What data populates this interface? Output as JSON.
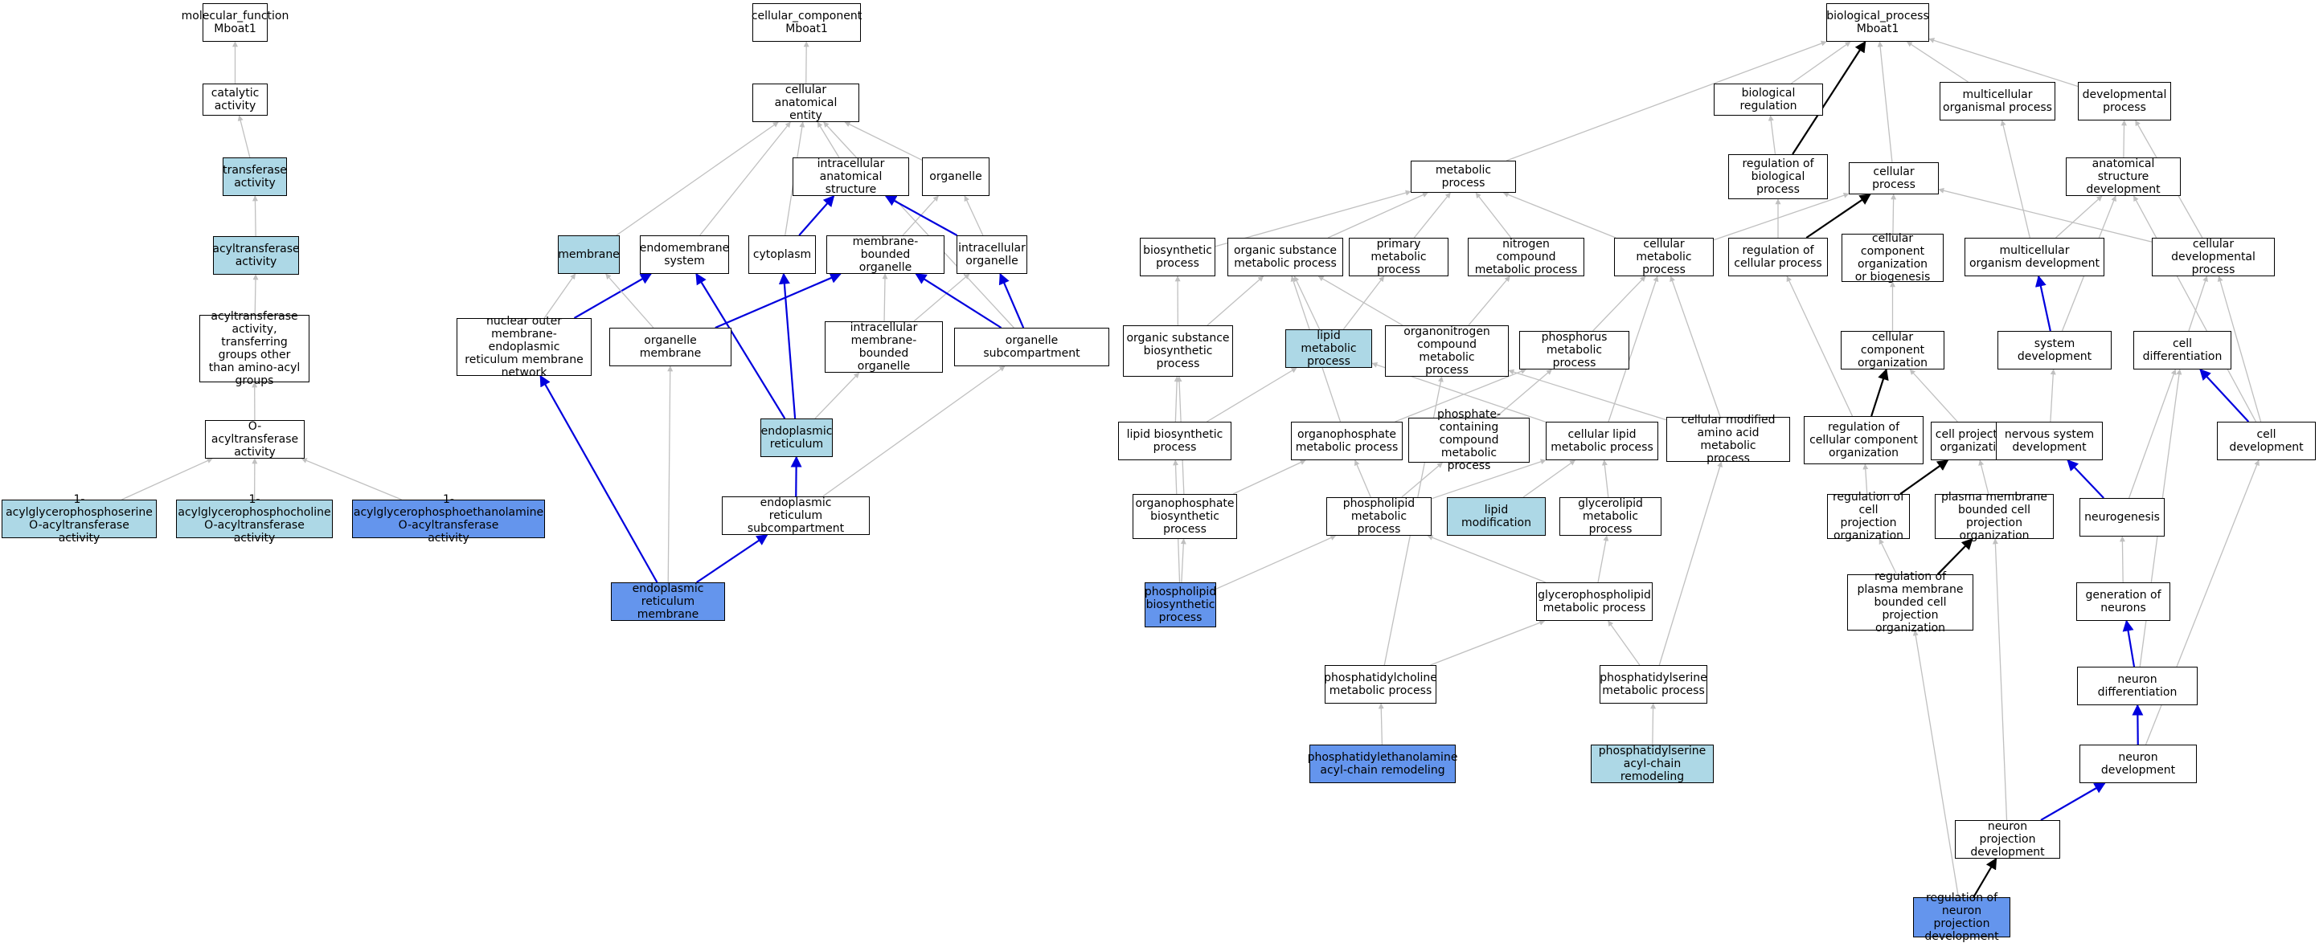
{
  "colors": {
    "plain": "#ffffff",
    "light": "#add8e6",
    "dark": "#6495ed",
    "edge_gray": "#c0c0c0",
    "edge_blue": "#0000dd",
    "edge_black": "#000000"
  },
  "nodes": [
    {
      "id": "mf_root",
      "label": "molecular_function\nMboat1",
      "style": "plain"
    },
    {
      "id": "catalytic",
      "label": "catalytic activity",
      "style": "plain"
    },
    {
      "id": "transferase",
      "label": "transferase\nactivity",
      "style": "light"
    },
    {
      "id": "acyltransferase",
      "label": "acyltransferase\nactivity",
      "style": "light"
    },
    {
      "id": "acyl_other",
      "label": "acyltransferase\nactivity, transferring\ngroups other\nthan amino-acyl\ngroups",
      "style": "plain"
    },
    {
      "id": "o_acyl",
      "label": "O-acyltransferase\nactivity",
      "style": "plain"
    },
    {
      "id": "lpserine",
      "label": "1-acylglycerophosphoserine\nO-acyltransferase\nactivity",
      "style": "light"
    },
    {
      "id": "lpcholine",
      "label": "1-acylglycerophosphocholine\nO-acyltransferase\nactivity",
      "style": "light"
    },
    {
      "id": "lpethanol",
      "label": "1-acylglycerophosphoethanolamine\nO-acyltransferase\nactivity",
      "style": "dark"
    },
    {
      "id": "cc_root",
      "label": "cellular_component\nMboat1",
      "style": "plain"
    },
    {
      "id": "cae",
      "label": "cellular anatomical\nentity",
      "style": "plain"
    },
    {
      "id": "ias",
      "label": "intracellular\nanatomical structure",
      "style": "plain"
    },
    {
      "id": "organelle",
      "label": "organelle",
      "style": "plain"
    },
    {
      "id": "membrane",
      "label": "membrane",
      "style": "light"
    },
    {
      "id": "endomembrane",
      "label": "endomembrane\nsystem",
      "style": "plain"
    },
    {
      "id": "cytoplasm",
      "label": "cytoplasm",
      "style": "plain"
    },
    {
      "id": "mbo",
      "label": "membrane-bounded\norganelle",
      "style": "plain"
    },
    {
      "id": "intra_org",
      "label": "intracellular\norganelle",
      "style": "plain"
    },
    {
      "id": "nuclear_outer",
      "label": "nuclear outer\nmembrane-endoplasmic\nreticulum membrane\nnetwork",
      "style": "plain"
    },
    {
      "id": "org_membrane",
      "label": "organelle membrane",
      "style": "plain"
    },
    {
      "id": "imbo",
      "label": "intracellular\nmembrane-bounded\norganelle",
      "style": "plain"
    },
    {
      "id": "org_subcomp",
      "label": "organelle subcompartment",
      "style": "plain"
    },
    {
      "id": "er",
      "label": "endoplasmic\nreticulum",
      "style": "light"
    },
    {
      "id": "er_subcomp",
      "label": "endoplasmic\nreticulum subcompartment",
      "style": "plain"
    },
    {
      "id": "er_membrane",
      "label": "endoplasmic\nreticulum membrane",
      "style": "dark"
    },
    {
      "id": "bp_root",
      "label": "biological_process\nMboat1",
      "style": "plain"
    },
    {
      "id": "bio_reg",
      "label": "biological regulation",
      "style": "plain"
    },
    {
      "id": "multi_org",
      "label": "multicellular\norganismal process",
      "style": "plain"
    },
    {
      "id": "dev_proc",
      "label": "developmental\nprocess",
      "style": "plain"
    },
    {
      "id": "metabolic",
      "label": "metabolic process",
      "style": "plain"
    },
    {
      "id": "reg_bio",
      "label": "regulation of\nbiological process",
      "style": "plain"
    },
    {
      "id": "cell_proc",
      "label": "cellular process",
      "style": "plain"
    },
    {
      "id": "anat_dev",
      "label": "anatomical structure\ndevelopment",
      "style": "plain"
    },
    {
      "id": "biosynth",
      "label": "biosynthetic\nprocess",
      "style": "plain"
    },
    {
      "id": "org_sub_met",
      "label": "organic substance\nmetabolic process",
      "style": "plain"
    },
    {
      "id": "prim_met",
      "label": "primary metabolic\nprocess",
      "style": "plain"
    },
    {
      "id": "nitro_met",
      "label": "nitrogen compound\nmetabolic process",
      "style": "plain"
    },
    {
      "id": "cell_met",
      "label": "cellular metabolic\nprocess",
      "style": "plain"
    },
    {
      "id": "reg_cell",
      "label": "regulation of\ncellular process",
      "style": "plain"
    },
    {
      "id": "ccob",
      "label": "cellular component\norganization\nor biogenesis",
      "style": "plain"
    },
    {
      "id": "multi_dev",
      "label": "multicellular\norganism development",
      "style": "plain"
    },
    {
      "id": "cell_dev_proc",
      "label": "cellular developmental\nprocess",
      "style": "plain"
    },
    {
      "id": "org_sub_bio",
      "label": "organic substance\nbiosynthetic\nprocess",
      "style": "plain"
    },
    {
      "id": "lipid_met",
      "label": "lipid metabolic\nprocess",
      "style": "light"
    },
    {
      "id": "organonitro",
      "label": "organonitrogen\ncompound metabolic\nprocess",
      "style": "plain"
    },
    {
      "id": "phosphorus",
      "label": "phosphorus metabolic\nprocess",
      "style": "plain"
    },
    {
      "id": "cc_org",
      "label": "cellular component\norganization",
      "style": "plain"
    },
    {
      "id": "system_dev",
      "label": "system development",
      "style": "plain"
    },
    {
      "id": "cell_diff",
      "label": "cell differentiation",
      "style": "plain"
    },
    {
      "id": "lipid_bio",
      "label": "lipid biosynthetic\nprocess",
      "style": "plain"
    },
    {
      "id": "organophos",
      "label": "organophosphate\nmetabolic process",
      "style": "plain"
    },
    {
      "id": "phosphate_cont",
      "label": "phosphate-containing\ncompound metabolic\nprocess",
      "style": "plain"
    },
    {
      "id": "cell_lipid",
      "label": "cellular lipid\nmetabolic process",
      "style": "plain"
    },
    {
      "id": "cell_mod_aa",
      "label": "cellular modified\namino acid metabolic\nprocess",
      "style": "plain"
    },
    {
      "id": "reg_cc_org",
      "label": "regulation of\ncellular component\norganization",
      "style": "plain"
    },
    {
      "id": "cell_proj_org",
      "label": "cell projection\norganization",
      "style": "plain"
    },
    {
      "id": "nervous_dev",
      "label": "nervous system\ndevelopment",
      "style": "plain"
    },
    {
      "id": "cell_dev",
      "label": "cell development",
      "style": "plain"
    },
    {
      "id": "organophos_bio",
      "label": "organophosphate\nbiosynthetic\nprocess",
      "style": "plain"
    },
    {
      "id": "phospholipid_met",
      "label": "phospholipid\nmetabolic process",
      "style": "plain"
    },
    {
      "id": "lipid_mod",
      "label": "lipid modification",
      "style": "light"
    },
    {
      "id": "glycerolipid",
      "label": "glycerolipid\nmetabolic process",
      "style": "plain"
    },
    {
      "id": "reg_cp_org",
      "label": "regulation of\ncell projection\norganization",
      "style": "plain"
    },
    {
      "id": "pm_bcp_org",
      "label": "plasma membrane\nbounded cell\nprojection organization",
      "style": "plain"
    },
    {
      "id": "neurogenesis",
      "label": "neurogenesis",
      "style": "plain"
    },
    {
      "id": "phospholipid_bio",
      "label": "phospholipid\nbiosynthetic\nprocess",
      "style": "dark"
    },
    {
      "id": "glycerophos",
      "label": "glycerophospholipid\nmetabolic process",
      "style": "plain"
    },
    {
      "id": "reg_pm_bcp",
      "label": "regulation of\nplasma membrane\nbounded cell\nprojection organization",
      "style": "plain"
    },
    {
      "id": "gen_neurons",
      "label": "generation of\nneurons",
      "style": "plain"
    },
    {
      "id": "pc_met",
      "label": "phosphatidylcholine\nmetabolic process",
      "style": "plain"
    },
    {
      "id": "ps_met",
      "label": "phosphatidylserine\nmetabolic process",
      "style": "plain"
    },
    {
      "id": "neuron_diff",
      "label": "neuron differentiation",
      "style": "plain"
    },
    {
      "id": "pe_remodel",
      "label": "phosphatidylethanolamine\nacyl-chain remodeling",
      "style": "dark"
    },
    {
      "id": "ps_remodel",
      "label": "phosphatidylserine\nacyl-chain remodeling",
      "style": "light"
    },
    {
      "id": "neuron_dev",
      "label": "neuron development",
      "style": "plain"
    },
    {
      "id": "neuron_proj_dev",
      "label": "neuron projection\ndevelopment",
      "style": "plain"
    },
    {
      "id": "reg_npd",
      "label": "regulation of\nneuron projection\ndevelopment",
      "style": "dark"
    }
  ],
  "edges": [
    {
      "from": "catalytic",
      "to": "mf_root",
      "type": "gray"
    },
    {
      "from": "transferase",
      "to": "catalytic",
      "type": "gray"
    },
    {
      "from": "acyltransferase",
      "to": "transferase",
      "type": "gray"
    },
    {
      "from": "acyl_other",
      "to": "acyltransferase",
      "type": "gray"
    },
    {
      "from": "o_acyl",
      "to": "acyl_other",
      "type": "gray"
    },
    {
      "from": "lpserine",
      "to": "o_acyl",
      "type": "gray"
    },
    {
      "from": "lpcholine",
      "to": "o_acyl",
      "type": "gray"
    },
    {
      "from": "lpethanol",
      "to": "o_acyl",
      "type": "gray"
    },
    {
      "from": "cae",
      "to": "cc_root",
      "type": "gray"
    },
    {
      "from": "ias",
      "to": "cae",
      "type": "gray"
    },
    {
      "from": "organelle",
      "to": "cae",
      "type": "gray"
    },
    {
      "from": "membrane",
      "to": "cae",
      "type": "gray"
    },
    {
      "from": "endomembrane",
      "to": "cae",
      "type": "gray"
    },
    {
      "from": "cytoplasm",
      "to": "cae",
      "type": "gray"
    },
    {
      "from": "org_subcomp",
      "to": "cae",
      "type": "gray"
    },
    {
      "from": "cytoplasm",
      "to": "ias",
      "type": "blue"
    },
    {
      "from": "mbo",
      "to": "organelle",
      "type": "gray"
    },
    {
      "from": "intra_org",
      "to": "organelle",
      "type": "gray"
    },
    {
      "from": "intra_org",
      "to": "ias",
      "type": "blue"
    },
    {
      "from": "nuclear_outer",
      "to": "endomembrane",
      "type": "blue"
    },
    {
      "from": "nuclear_outer",
      "to": "membrane",
      "type": "gray"
    },
    {
      "from": "org_membrane",
      "to": "membrane",
      "type": "gray"
    },
    {
      "from": "org_membrane",
      "to": "mbo",
      "type": "blue"
    },
    {
      "from": "imbo",
      "to": "mbo",
      "type": "gray"
    },
    {
      "from": "imbo",
      "to": "intra_org",
      "type": "gray"
    },
    {
      "from": "org_subcomp",
      "to": "intra_org",
      "type": "blue"
    },
    {
      "from": "org_subcomp",
      "to": "mbo",
      "type": "blue"
    },
    {
      "from": "er",
      "to": "imbo",
      "type": "gray"
    },
    {
      "from": "er",
      "to": "cytoplasm",
      "type": "blue"
    },
    {
      "from": "er",
      "to": "endomembrane",
      "type": "blue"
    },
    {
      "from": "er_subcomp",
      "to": "er",
      "type": "blue"
    },
    {
      "from": "er_subcomp",
      "to": "org_subcomp",
      "type": "gray"
    },
    {
      "from": "er_membrane",
      "to": "er_subcomp",
      "type": "blue"
    },
    {
      "from": "er_membrane",
      "to": "org_membrane",
      "type": "gray"
    },
    {
      "from": "er_membrane",
      "to": "nuclear_outer",
      "type": "blue"
    },
    {
      "from": "bio_reg",
      "to": "bp_root",
      "type": "gray"
    },
    {
      "from": "multi_org",
      "to": "bp_root",
      "type": "gray"
    },
    {
      "from": "dev_proc",
      "to": "bp_root",
      "type": "gray"
    },
    {
      "from": "metabolic",
      "to": "bp_root",
      "type": "gray"
    },
    {
      "from": "cell_proc",
      "to": "bp_root",
      "type": "gray"
    },
    {
      "from": "reg_bio",
      "to": "bp_root",
      "type": "black"
    },
    {
      "from": "reg_bio",
      "to": "bio_reg",
      "type": "gray"
    },
    {
      "from": "anat_dev",
      "to": "dev_proc",
      "type": "gray"
    },
    {
      "from": "biosynth",
      "to": "metabolic",
      "type": "gray"
    },
    {
      "from": "org_sub_met",
      "to": "metabolic",
      "type": "gray"
    },
    {
      "from": "prim_met",
      "to": "metabolic",
      "type": "gray"
    },
    {
      "from": "nitro_met",
      "to": "metabolic",
      "type": "gray"
    },
    {
      "from": "cell_met",
      "to": "metabolic",
      "type": "gray"
    },
    {
      "from": "cell_met",
      "to": "cell_proc",
      "type": "gray"
    },
    {
      "from": "reg_cell",
      "to": "cell_proc",
      "type": "black"
    },
    {
      "from": "reg_cell",
      "to": "reg_bio",
      "type": "gray"
    },
    {
      "from": "ccob",
      "to": "cell_proc",
      "type": "gray"
    },
    {
      "from": "multi_dev",
      "to": "multi_org",
      "type": "gray"
    },
    {
      "from": "multi_dev",
      "to": "anat_dev",
      "type": "gray"
    },
    {
      "from": "cell_dev_proc",
      "to": "cell_proc",
      "type": "gray"
    },
    {
      "from": "cell_dev_proc",
      "to": "dev_proc",
      "type": "gray"
    },
    {
      "from": "org_sub_bio",
      "to": "biosynth",
      "type": "gray"
    },
    {
      "from": "org_sub_bio",
      "to": "org_sub_met",
      "type": "gray"
    },
    {
      "from": "lipid_met",
      "to": "prim_met",
      "type": "gray"
    },
    {
      "from": "lipid_met",
      "to": "org_sub_met",
      "type": "gray"
    },
    {
      "from": "organonitro",
      "to": "nitro_met",
      "type": "gray"
    },
    {
      "from": "organonitro",
      "to": "org_sub_met",
      "type": "gray"
    },
    {
      "from": "phosphorus",
      "to": "cell_met",
      "type": "gray"
    },
    {
      "from": "cc_org",
      "to": "ccob",
      "type": "gray"
    },
    {
      "from": "system_dev",
      "to": "multi_dev",
      "type": "blue"
    },
    {
      "from": "system_dev",
      "to": "anat_dev",
      "type": "gray"
    },
    {
      "from": "cell_diff",
      "to": "cell_dev_proc",
      "type": "gray"
    },
    {
      "from": "lipid_bio",
      "to": "org_sub_bio",
      "type": "gray"
    },
    {
      "from": "lipid_bio",
      "to": "lipid_met",
      "type": "gray"
    },
    {
      "from": "organophos",
      "to": "phosphorus",
      "type": "gray"
    },
    {
      "from": "organophos",
      "to": "org_sub_met",
      "type": "gray"
    },
    {
      "from": "phosphate_cont",
      "to": "phosphorus",
      "type": "gray"
    },
    {
      "from": "cell_lipid",
      "to": "cell_met",
      "type": "gray"
    },
    {
      "from": "cell_lipid",
      "to": "lipid_met",
      "type": "gray"
    },
    {
      "from": "cell_mod_aa",
      "to": "cell_met",
      "type": "gray"
    },
    {
      "from": "cell_mod_aa",
      "to": "organonitro",
      "type": "gray"
    },
    {
      "from": "reg_cc_org",
      "to": "cc_org",
      "type": "black"
    },
    {
      "from": "reg_cc_org",
      "to": "reg_cell",
      "type": "gray"
    },
    {
      "from": "cell_proj_org",
      "to": "cc_org",
      "type": "gray"
    },
    {
      "from": "nervous_dev",
      "to": "system_dev",
      "type": "gray"
    },
    {
      "from": "cell_dev",
      "to": "cell_diff",
      "type": "blue"
    },
    {
      "from": "cell_dev",
      "to": "anat_dev",
      "type": "gray"
    },
    {
      "from": "cell_dev",
      "to": "cell_dev_proc",
      "type": "gray"
    },
    {
      "from": "organophos_bio",
      "to": "organophos",
      "type": "gray"
    },
    {
      "from": "organophos_bio",
      "to": "org_sub_bio",
      "type": "gray"
    },
    {
      "from": "phospholipid_met",
      "to": "organophos",
      "type": "gray"
    },
    {
      "from": "phospholipid_met",
      "to": "cell_lipid",
      "type": "gray"
    },
    {
      "from": "phospholipid_met",
      "to": "phosphate_cont",
      "type": "gray"
    },
    {
      "from": "lipid_mod",
      "to": "cell_lipid",
      "type": "gray"
    },
    {
      "from": "glycerolipid",
      "to": "cell_lipid",
      "type": "gray"
    },
    {
      "from": "reg_cp_org",
      "to": "cell_proj_org",
      "type": "black"
    },
    {
      "from": "reg_cp_org",
      "to": "reg_cc_org",
      "type": "gray"
    },
    {
      "from": "pm_bcp_org",
      "to": "cell_proj_org",
      "type": "gray"
    },
    {
      "from": "neurogenesis",
      "to": "nervous_dev",
      "type": "blue"
    },
    {
      "from": "neurogenesis",
      "to": "cell_diff",
      "type": "gray"
    },
    {
      "from": "phospholipid_bio",
      "to": "phospholipid_met",
      "type": "gray"
    },
    {
      "from": "phospholipid_bio",
      "to": "organophos_bio",
      "type": "gray"
    },
    {
      "from": "phospholipid_bio",
      "to": "lipid_bio",
      "type": "gray"
    },
    {
      "from": "glycerophos",
      "to": "phospholipid_met",
      "type": "gray"
    },
    {
      "from": "glycerophos",
      "to": "glycerolipid",
      "type": "gray"
    },
    {
      "from": "reg_pm_bcp",
      "to": "pm_bcp_org",
      "type": "black"
    },
    {
      "from": "reg_pm_bcp",
      "to": "reg_cp_org",
      "type": "gray"
    },
    {
      "from": "gen_neurons",
      "to": "neurogenesis",
      "type": "gray"
    },
    {
      "from": "pc_met",
      "to": "glycerophos",
      "type": "gray"
    },
    {
      "from": "pc_met",
      "to": "organonitro",
      "type": "gray"
    },
    {
      "from": "ps_met",
      "to": "glycerophos",
      "type": "gray"
    },
    {
      "from": "ps_met",
      "to": "cell_mod_aa",
      "type": "gray"
    },
    {
      "from": "neuron_diff",
      "to": "gen_neurons",
      "type": "blue"
    },
    {
      "from": "neuron_diff",
      "to": "cell_diff",
      "type": "gray"
    },
    {
      "from": "pe_remodel",
      "to": "pc_met",
      "type": "gray"
    },
    {
      "from": "ps_remodel",
      "to": "ps_met",
      "type": "gray"
    },
    {
      "from": "neuron_dev",
      "to": "neuron_diff",
      "type": "blue"
    },
    {
      "from": "neuron_dev",
      "to": "cell_dev",
      "type": "gray"
    },
    {
      "from": "neuron_proj_dev",
      "to": "neuron_dev",
      "type": "blue"
    },
    {
      "from": "neuron_proj_dev",
      "to": "pm_bcp_org",
      "type": "gray"
    },
    {
      "from": "reg_npd",
      "to": "neuron_proj_dev",
      "type": "black"
    },
    {
      "from": "reg_npd",
      "to": "reg_pm_bcp",
      "type": "gray"
    }
  ]
}
